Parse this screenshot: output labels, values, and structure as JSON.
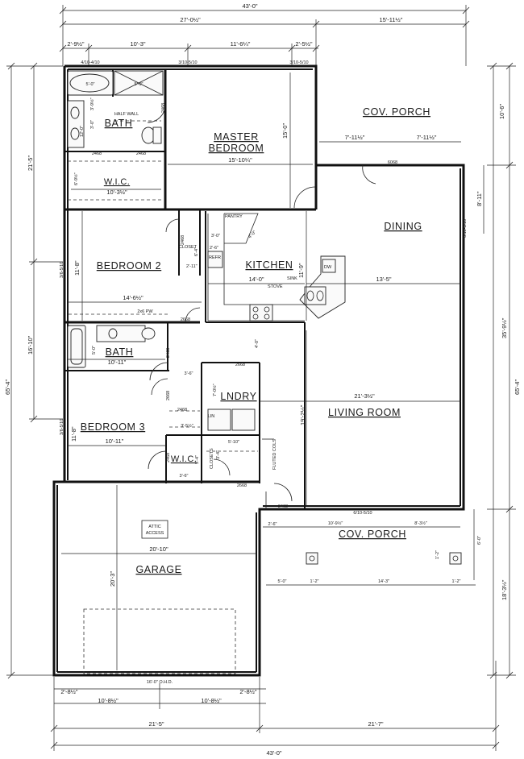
{
  "rooms": {
    "cov_porch_top": "COV. PORCH",
    "master_bedroom_1": "MASTER",
    "master_bedroom_2": "BEDROOM",
    "bath1": "BATH",
    "half_wall": "HALF WALL",
    "wic1": "W.I.C.",
    "dining": "DINING",
    "pantry": "PANTRY",
    "kitchen": "KITCHEN",
    "bedroom2": "BEDROOM 2",
    "closet": "CLOSET",
    "refr": "REFR",
    "dw": "DW",
    "sink": "SINK",
    "stove": "STOVE",
    "bath2": "BATH",
    "lndry": "LNDRY",
    "living_room": "LIVING ROOM",
    "lin": "LIN",
    "bedroom3": "BEDROOM 3",
    "wic2": "W.I.C.",
    "closets": "CLOSETS",
    "fluted_cols": "FLUTED COLS",
    "cov_porch_bottom": "COV. PORCH",
    "attic_1": "ATTIC",
    "attic_2": "ACCESS",
    "garage": "GARAGE",
    "garage_door": "16'-0\" O.H.D."
  },
  "dims": {
    "overall_top": "43'-0\"",
    "top_left": "27'-0½\"",
    "top_right": "15'-11½\"",
    "top_a": "2'-9½\"",
    "top_b": "10'-3\"",
    "top_c": "11'-6¼\"",
    "top_d": "2'-5½\"",
    "win_1": "4/10-4/10",
    "win_2": "3/10-5/10",
    "win_3": "3/10-5/10",
    "bath_5a": "5'-0\"",
    "bath_5b": "5'-0\"",
    "bath_a": "3'-9½\"",
    "bath_b": "3'-0\"",
    "bath_c": "12'-0\"",
    "door_a": "2468",
    "door_b": "2468",
    "door_c": "2468",
    "wic_a": "6'-9½\"",
    "wic_w": "10'-3½\"",
    "mb_h": "15'-0\"",
    "mb_w": "15'-10¼\"",
    "porch_a": "7'-11½\"",
    "porch_b": "7'-11½\"",
    "right_porch": "10'-6\"",
    "door_68": "6068",
    "dining_h": "8'-11\"",
    "dining_win": "6/10-5/10",
    "pantry_a": "3'-0\"",
    "pantry_b": "4'-0\"",
    "pantry_c": "2'-6\"",
    "closet_a": "2468",
    "closet_b": "6'-4\"",
    "closet_c": "2'-11\"",
    "br2_h": "11'-8\"",
    "br2_w": "14'-6½\"",
    "br2_win": "3/6-5/10",
    "kitchen_w": "14'-0\"",
    "kitchen_h": "11'-9\"",
    "dining_w": "13'-5\"",
    "door_2x6": "2x6 PW",
    "door_d": "2668",
    "bath2_a": "5'-0\"",
    "bath2_w": "10'-11\"",
    "door_e": "2468",
    "left_h": "16'-10\"",
    "right_h": "35'-9½\"",
    "overall_left": "65'-4\"",
    "overall_right": "65'-4\"",
    "left_top": "21'-5\"",
    "hall_w": "3'-6\"",
    "hall_4": "4'-0\"",
    "door_f": "2668",
    "lndry_a": "7'-0½\"",
    "door_g": "2668",
    "living_w": "21'-3½\"",
    "living_h": "19'-2½\"",
    "lin_a": "2468",
    "lin_w": "3'-5½\"",
    "br3_h": "11'-8\"",
    "br3_w": "10'-11\"",
    "br3_win": "3/6-5/10",
    "door_h": "2468",
    "wic2_w": "3'-6\"",
    "wic2_h": "5'-4\"",
    "clos_w": "5'-10\"",
    "clos_h": "3'-4\"",
    "door_i": "2668",
    "door_j": "3468",
    "porch2_a": "2'-6\"",
    "porch2_b": "10'-9½\"",
    "porch2_c": "8'-3½\"",
    "porch2_win": "6/10-5/10",
    "porch2_h": "6'-0\"",
    "porch2_d": "5'-0\"",
    "porch2_e": "1'-2\"",
    "porch2_f": "14'-3\"",
    "porch2_g": "1'-2\"",
    "porch2_h2": "1'-2\"",
    "garage_w": "20'-10\"",
    "garage_h": "20'-3\"",
    "right_bottom": "18'-3½\"",
    "bot_a": "2'-8½\"",
    "bot_b": "2'-8½\"",
    "bot_c": "10'-8½\"",
    "bot_d": "10'-8½\"",
    "bot_left": "21'-5\"",
    "bot_right": "21'-7\"",
    "overall_bottom": "43'-0\""
  }
}
